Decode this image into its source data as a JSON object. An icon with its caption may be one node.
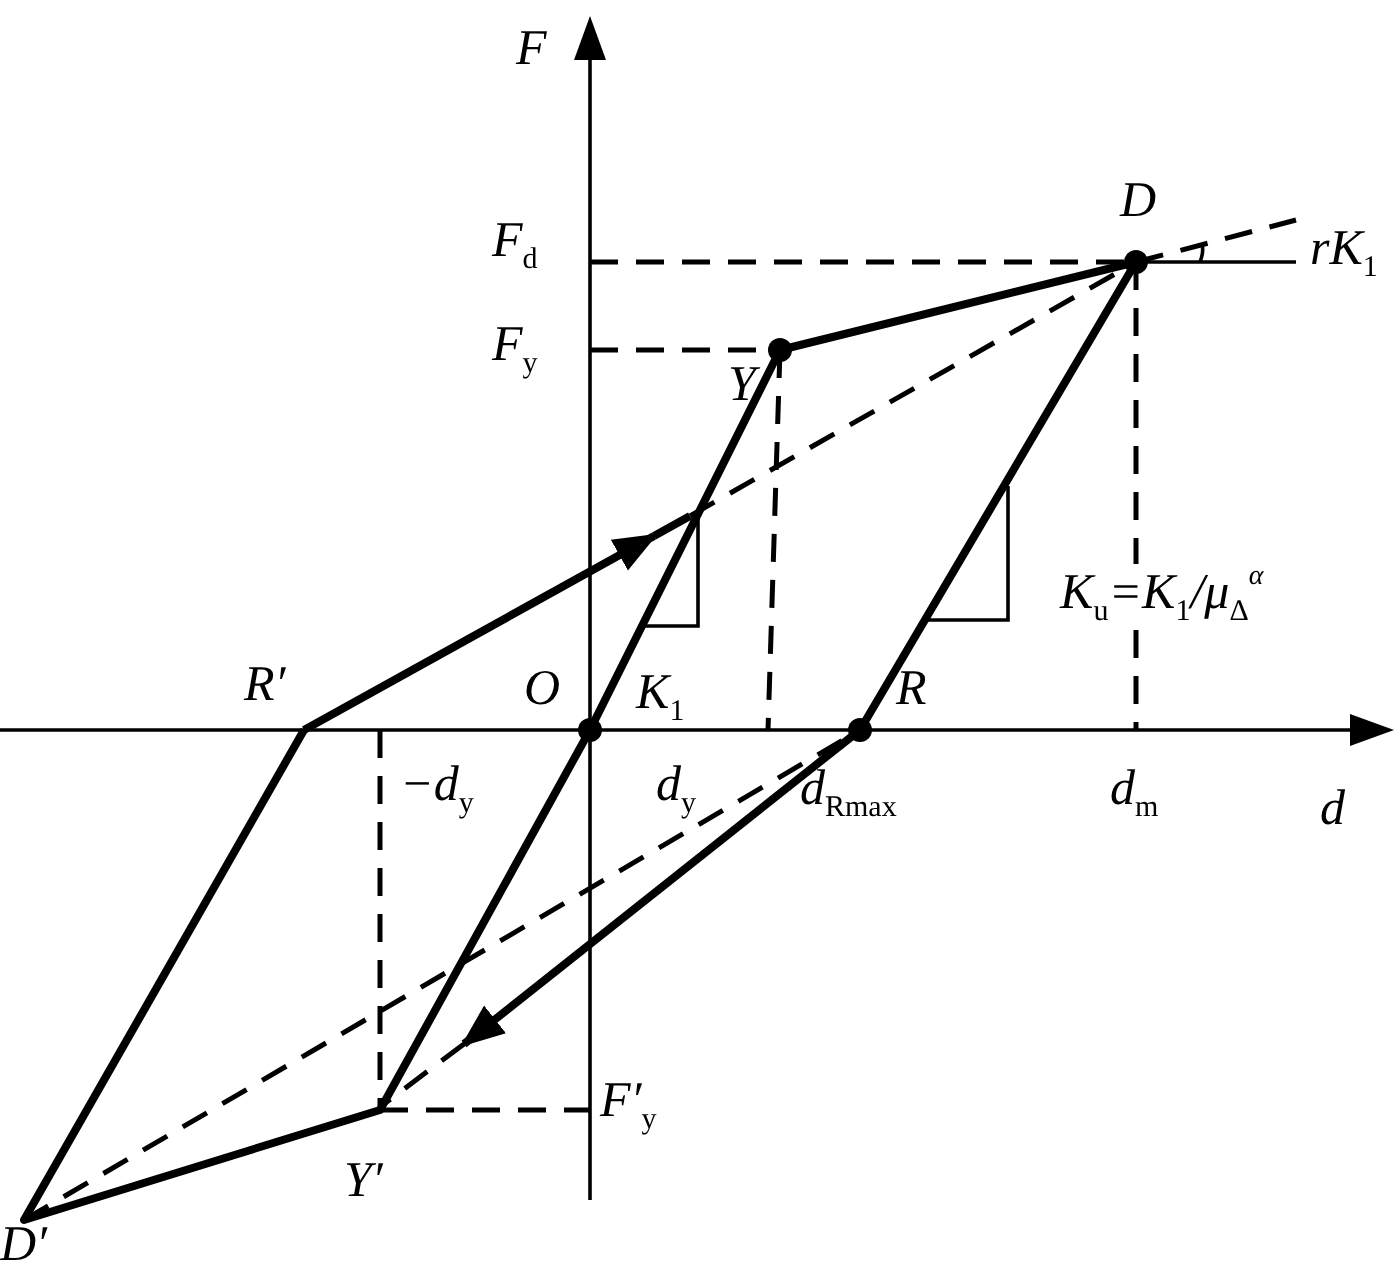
{
  "diagram": {
    "labels": [
      "F",
      "F$_{d}$",
      "D",
      "rK$_{1}$",
      "F$_{y}$",
      "Y",
      "K$_{u}$=K$_{1}$/μ$_{Δ}$$^{α}$",
      "R′",
      "O",
      "K$_{1}$",
      "R",
      "−d$_{y}$",
      "d$_{y}$",
      "d$_{Rmax}$",
      "d$_{m}$",
      "d",
      "F′$_{y}$",
      "Y′",
      "D′"
    ]
  }
}
